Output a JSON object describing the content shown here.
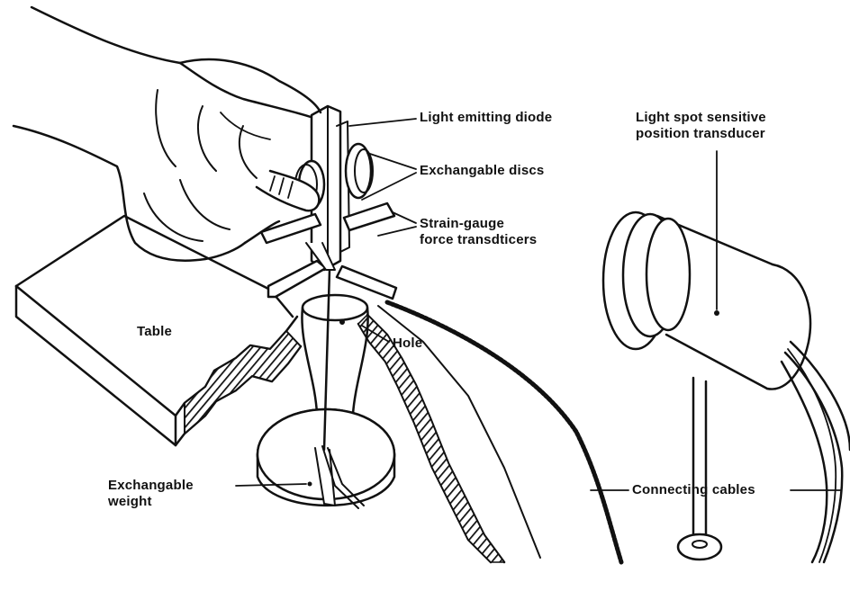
{
  "labels": {
    "led": "Light emitting diode",
    "discs": "Exchangable discs",
    "strain_gauge_line1": "Strain-gauge",
    "strain_gauge_line2": "force transdticers",
    "table": "Table",
    "hole": "Hole",
    "weight_line1": "Exchangable",
    "weight_line2": "weight",
    "transducer_line1": "Light spot sensitive",
    "transducer_line2": "position transducer",
    "cables": "Connecting cables"
  },
  "colors": {
    "ink": "#111111",
    "paper": "#ffffff"
  }
}
